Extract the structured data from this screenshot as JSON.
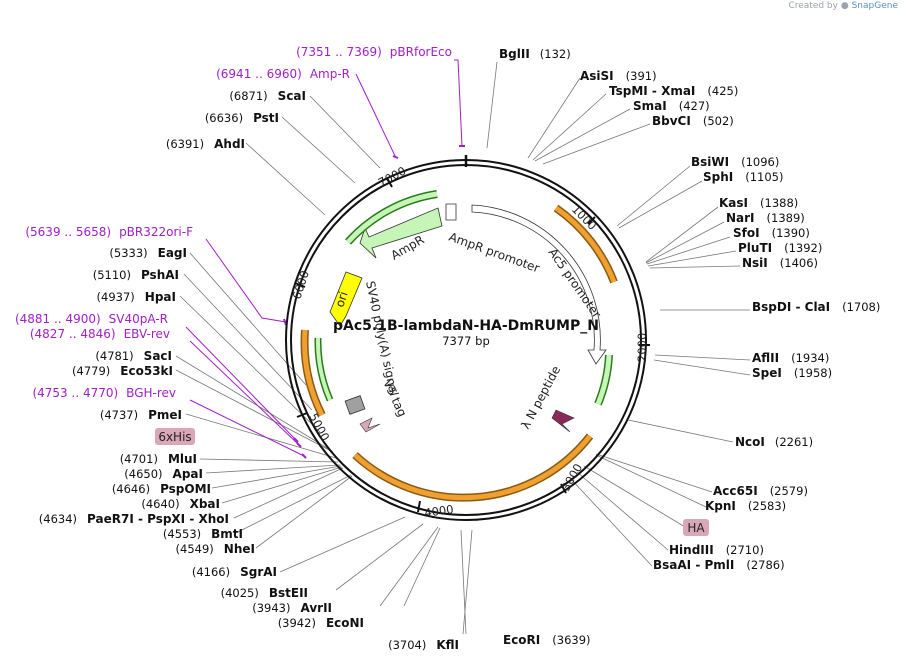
{
  "credit": {
    "prefix": "Created by",
    "brand": "SnapGene"
  },
  "plasmid": {
    "name": "pAc5.1B-lambdaN-HA-DmRUMP_N",
    "length_label": "7377 bp"
  },
  "enzymes": [
    {
      "name": "BglII",
      "pos": "(132)"
    },
    {
      "name": "AsiSI",
      "pos": "(391)"
    },
    {
      "name": "TspMI - XmaI",
      "pos": "(425)"
    },
    {
      "name": "SmaI",
      "pos": "(427)"
    },
    {
      "name": "BbvCI",
      "pos": "(502)"
    },
    {
      "name": "BsiWI",
      "pos": "(1096)"
    },
    {
      "name": "SphI",
      "pos": "(1105)"
    },
    {
      "name": "KasI",
      "pos": "(1388)"
    },
    {
      "name": "NarI",
      "pos": "(1389)"
    },
    {
      "name": "SfoI",
      "pos": "(1390)"
    },
    {
      "name": "PluTI",
      "pos": "(1392)"
    },
    {
      "name": "NsiI",
      "pos": "(1406)"
    },
    {
      "name": "BspDI - ClaI",
      "pos": "(1708)"
    },
    {
      "name": "AflII",
      "pos": "(1934)"
    },
    {
      "name": "SpeI",
      "pos": "(1958)"
    },
    {
      "name": "NcoI",
      "pos": "(2261)"
    },
    {
      "name": "Acc65I",
      "pos": "(2579)"
    },
    {
      "name": "KpnI",
      "pos": "(2583)"
    },
    {
      "name": "HindIII",
      "pos": "(2710)"
    },
    {
      "name": "BsaAI - PmlI",
      "pos": "(2786)"
    },
    {
      "name": "EcoRI",
      "pos": "(3639)"
    },
    {
      "name": "KflI",
      "pos": "(3704)"
    },
    {
      "name": "EcoNI",
      "pos": "(3942)"
    },
    {
      "name": "AvrII",
      "pos": "(3943)"
    },
    {
      "name": "BstEII",
      "pos": "(4025)"
    },
    {
      "name": "SgrAI",
      "pos": "(4166)"
    },
    {
      "name": "NheI",
      "pos": "(4549)"
    },
    {
      "name": "BmtI",
      "pos": "(4553)"
    },
    {
      "name": "PaeR7I - PspXI - XhoI",
      "pos": "(4634)"
    },
    {
      "name": "XbaI",
      "pos": "(4640)"
    },
    {
      "name": "PspOMI",
      "pos": "(4646)"
    },
    {
      "name": "ApaI",
      "pos": "(4650)"
    },
    {
      "name": "MluI",
      "pos": "(4701)"
    },
    {
      "name": "PmeI",
      "pos": "(4737)"
    },
    {
      "name": "Eco53kI",
      "pos": "(4779)"
    },
    {
      "name": "SacI",
      "pos": "(4781)"
    },
    {
      "name": "HpaI",
      "pos": "(4937)"
    },
    {
      "name": "PshAI",
      "pos": "(5110)"
    },
    {
      "name": "EagI",
      "pos": "(5333)"
    },
    {
      "name": "AhdI",
      "pos": "(6391)"
    },
    {
      "name": "PstI",
      "pos": "(6636)"
    },
    {
      "name": "ScaI",
      "pos": "(6871)"
    }
  ],
  "primers": [
    {
      "range": "(7351 .. 7369)",
      "name": "pBRforEco"
    },
    {
      "range": "(6941 .. 6960)",
      "name": "Amp-R"
    },
    {
      "range": "(5639 .. 5658)",
      "name": "pBR322ori-F"
    },
    {
      "range": "(4881 .. 4900)",
      "name": "SV40pA-R"
    },
    {
      "range": "(4827 .. 4846)",
      "name": "EBV-rev"
    },
    {
      "range": "(4753 .. 4770)",
      "name": "BGH-rev"
    }
  ],
  "tags": [
    "6xHis",
    "HA"
  ],
  "features": [
    "AmpR",
    "AmpR promoter",
    "Ac5 promoter",
    "ori",
    "SV40 poly(A) signal",
    "V5 tag",
    "λ N peptide"
  ],
  "ticks": [
    "1000",
    "2000",
    "3000",
    "4000",
    "5000",
    "6000",
    "7000"
  ],
  "colors": {
    "backbone": "#1a1a1a",
    "orf": "#f0a030",
    "promoter": "#ffffff",
    "resistance": "#c6f5b8",
    "origin": "#ffff00",
    "polyA": "#a0a0a0",
    "primer": "#a020c8",
    "tag": "#d9a7b8",
    "lambda": "#8a2a5a"
  }
}
